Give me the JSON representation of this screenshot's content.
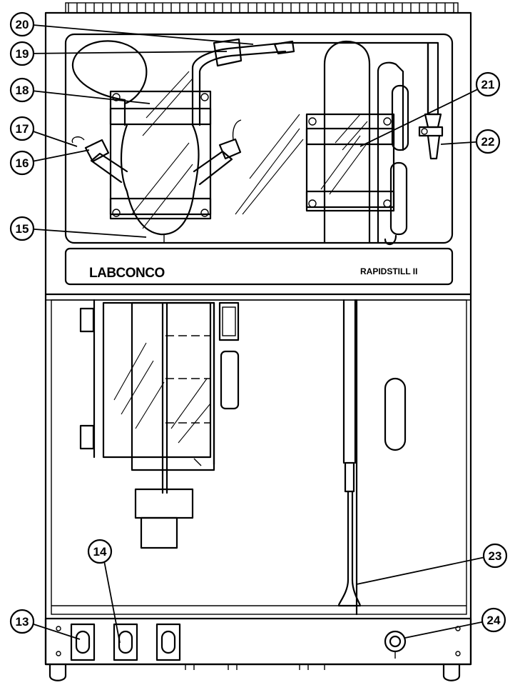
{
  "brand_label": "LABCONCO",
  "model_label": "RAPIDSTILL II",
  "callouts": [
    {
      "number": "13"
    },
    {
      "number": "14"
    },
    {
      "number": "15"
    },
    {
      "number": "16"
    },
    {
      "number": "17"
    },
    {
      "number": "18"
    },
    {
      "number": "19"
    },
    {
      "number": "20"
    },
    {
      "number": "21"
    },
    {
      "number": "22"
    },
    {
      "number": "23"
    },
    {
      "number": "24"
    }
  ],
  "colors": {
    "line": "#000000",
    "background": "#ffffff"
  }
}
